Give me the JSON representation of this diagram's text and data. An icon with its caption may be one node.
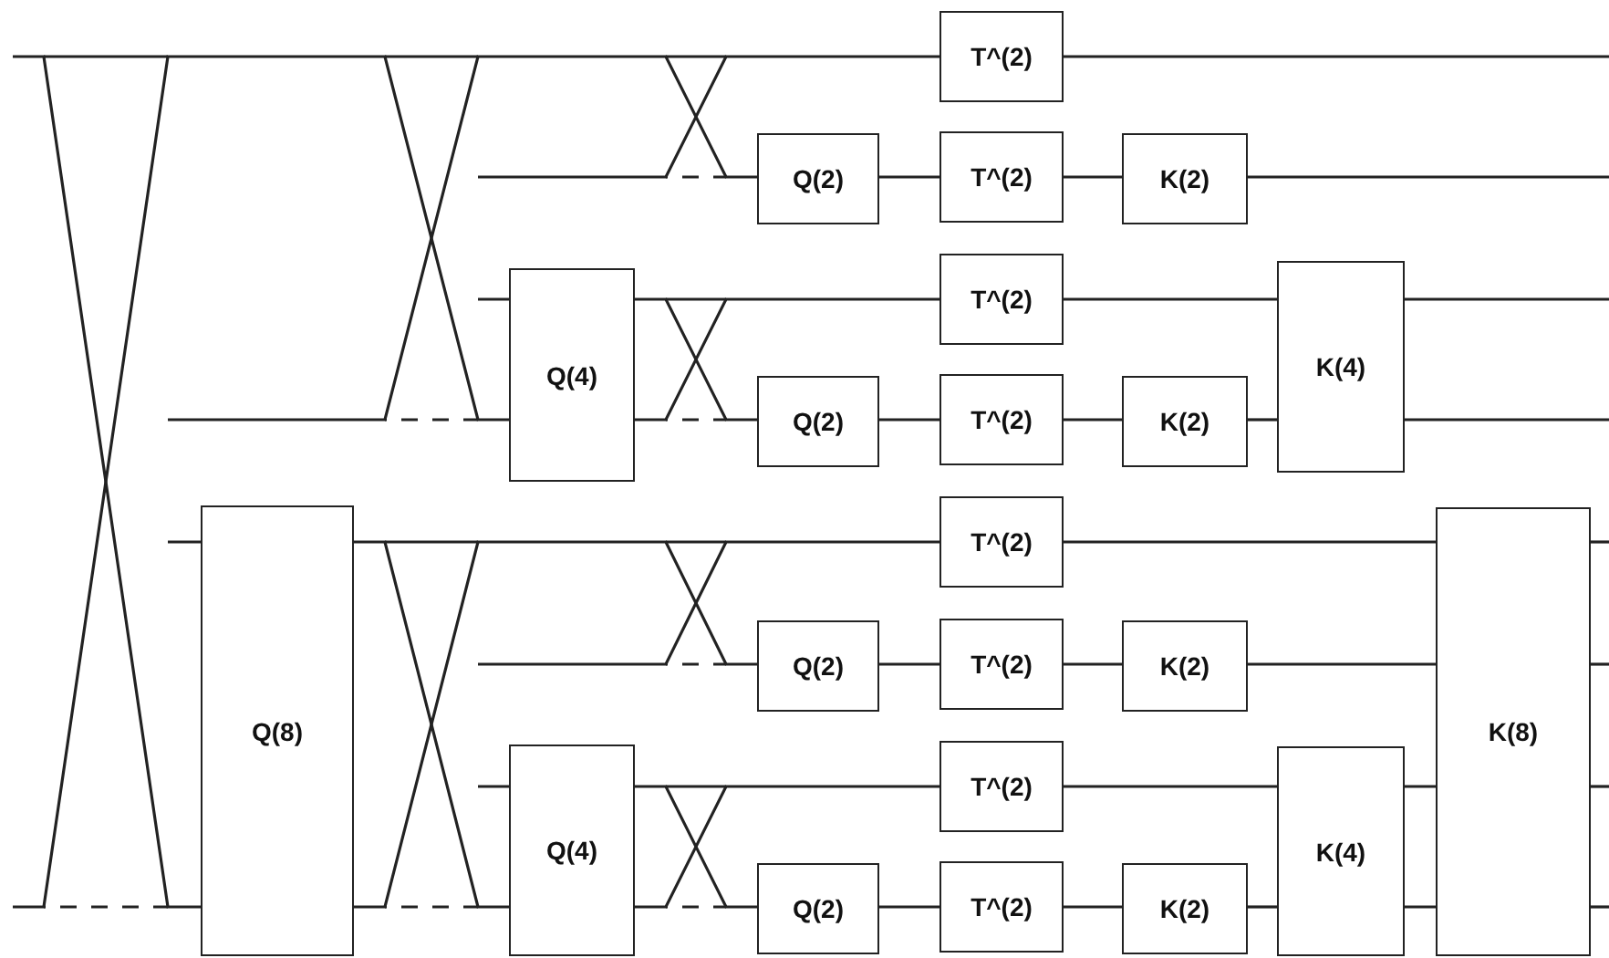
{
  "diagram": {
    "nodes": [
      {
        "text": [
          "T^(2)"
        ]
      },
      {
        "text": [
          "Q(2)"
        ]
      },
      {
        "text": [
          "T^(2)"
        ]
      },
      {
        "text": [
          "K(2)"
        ]
      },
      {
        "text": [
          "Q(4)"
        ]
      },
      {
        "text": [
          "T^(2)"
        ]
      },
      {
        "text": [
          "K(4)"
        ]
      },
      {
        "text": [
          "Q(2)"
        ]
      },
      {
        "text": [
          "T^(2)"
        ]
      },
      {
        "text": [
          "K(2)"
        ]
      },
      {
        "text": [
          "Q(8)"
        ]
      },
      {
        "text": [
          "T^(2)"
        ]
      },
      {
        "text": [
          "K(8)"
        ]
      },
      {
        "text": [
          "Q(2)"
        ]
      },
      {
        "text": [
          "T^(2)"
        ]
      },
      {
        "text": [
          "K(2)"
        ]
      },
      {
        "text": [
          "Q(4)"
        ]
      },
      {
        "text": [
          "T^(2)"
        ]
      },
      {
        "text": [
          "K(4)"
        ]
      },
      {
        "text": [
          "Q(2)"
        ]
      },
      {
        "text": [
          "T^(2)"
        ]
      },
      {
        "text": [
          "K(2)"
        ]
      }
    ],
    "edges": [
      {
        "from": null,
        "to": 10,
        "arrow": "none"
      },
      {
        "from": null,
        "to": 10,
        "arrow": "none"
      },
      {
        "from": null,
        "to": 4,
        "arrow": "none"
      },
      {
        "from": null,
        "to": 1,
        "arrow": "none"
      },
      {
        "from": null,
        "to": 4,
        "arrow": "none"
      },
      {
        "from": null,
        "to": 0,
        "arrow": "none"
      },
      {
        "from": 10,
        "to": 16,
        "arrow": "none"
      },
      {
        "from": 10,
        "to": 13,
        "arrow": "none"
      },
      {
        "from": null,
        "to": 11,
        "arrow": "none"
      },
      {
        "from": null,
        "to": 16,
        "arrow": "none"
      },
      {
        "from": 4,
        "to": 7,
        "arrow": "none"
      },
      {
        "from": 4,
        "to": 5,
        "arrow": "none"
      },
      {
        "from": 16,
        "to": 19,
        "arrow": "none"
      },
      {
        "from": 16,
        "to": 17,
        "arrow": "none"
      },
      {
        "from": 1,
        "to": 2,
        "arrow": "none"
      },
      {
        "from": 2,
        "to": 3,
        "arrow": "none"
      },
      {
        "from": 0,
        "to": null,
        "arrow": "none"
      },
      {
        "from": 3,
        "to": null,
        "arrow": "none"
      },
      {
        "from": 5,
        "to": 6,
        "arrow": "none"
      },
      {
        "from": 7,
        "to": 8,
        "arrow": "none"
      },
      {
        "from": 8,
        "to": 9,
        "arrow": "none"
      },
      {
        "from": 9,
        "to": 6,
        "arrow": "none"
      },
      {
        "from": 6,
        "to": null,
        "arrow": "none"
      },
      {
        "from": 6,
        "to": null,
        "arrow": "none"
      },
      {
        "from": 11,
        "to": 12,
        "arrow": "none"
      },
      {
        "from": 13,
        "to": 14,
        "arrow": "none"
      },
      {
        "from": 14,
        "to": 15,
        "arrow": "none"
      },
      {
        "from": 15,
        "to": 12,
        "arrow": "none"
      },
      {
        "from": 12,
        "to": null,
        "arrow": "none"
      },
      {
        "from": 12,
        "to": null,
        "arrow": "none"
      },
      {
        "from": 12,
        "to": null,
        "arrow": "none"
      },
      {
        "from": 12,
        "to": null,
        "arrow": "none"
      },
      {
        "from": 17,
        "to": 18,
        "arrow": "none"
      },
      {
        "from": 19,
        "to": 20,
        "arrow": "none"
      },
      {
        "from": 20,
        "to": 21,
        "arrow": "none"
      },
      {
        "from": 21,
        "to": 18,
        "arrow": "none"
      },
      {
        "from": 18,
        "to": 12,
        "arrow": "none"
      },
      {
        "from": 18,
        "to": 12,
        "arrow": "none"
      }
    ]
  }
}
